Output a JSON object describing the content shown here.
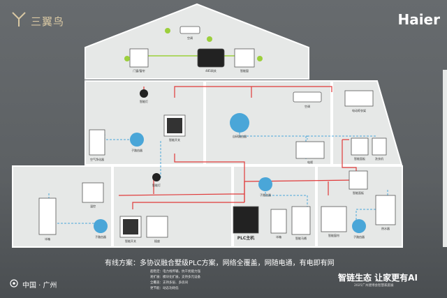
{
  "branding": {
    "left_logo": "三翼鸟",
    "right_logo": "Haier",
    "slogan": "智链生态 让家更有AI",
    "slogan_sub": "2025广州建博会智慧家庭展",
    "location": "中国 · 广州"
  },
  "headline": "有线方案：多协议融合墅级PLC方案，网络全覆盖，网随电通，有电即有网",
  "notes": [
    "超稳定：电力线传输，抗干扰能力强",
    "易扩展：模块化扩展，支持多元设备",
    "全覆盖：支持多层、多房间",
    "更节能：动态功耗低"
  ],
  "rooms": {
    "attic": [
      "空调",
      "门窗/窗帘",
      "485网关",
      "智能窗"
    ],
    "study": [
      "智能灯",
      "空气净化器",
      "子路由器",
      "智能开关"
    ],
    "living": [
      "空调",
      "自研路由器",
      "电视"
    ],
    "balcony": [
      "电动晾衣架",
      "智能面板",
      "洗衣机"
    ],
    "kitchen": [
      "温控",
      "冰箱",
      "子路由器"
    ],
    "bedroom": [
      "智能灯",
      "智能开关",
      "插座"
    ],
    "utility": [
      "子路由器",
      "PLC主机",
      "冰箱",
      "智能马桶"
    ],
    "bath": [
      "智能面板",
      "智能窗帘",
      "子路由器",
      "热水器"
    ]
  },
  "colors": {
    "house_fill": "#e6e8e7",
    "wired_line": "#e03a3a",
    "wireless_line": "#4aa6d8",
    "accent_green": "#9ccf3c"
  }
}
